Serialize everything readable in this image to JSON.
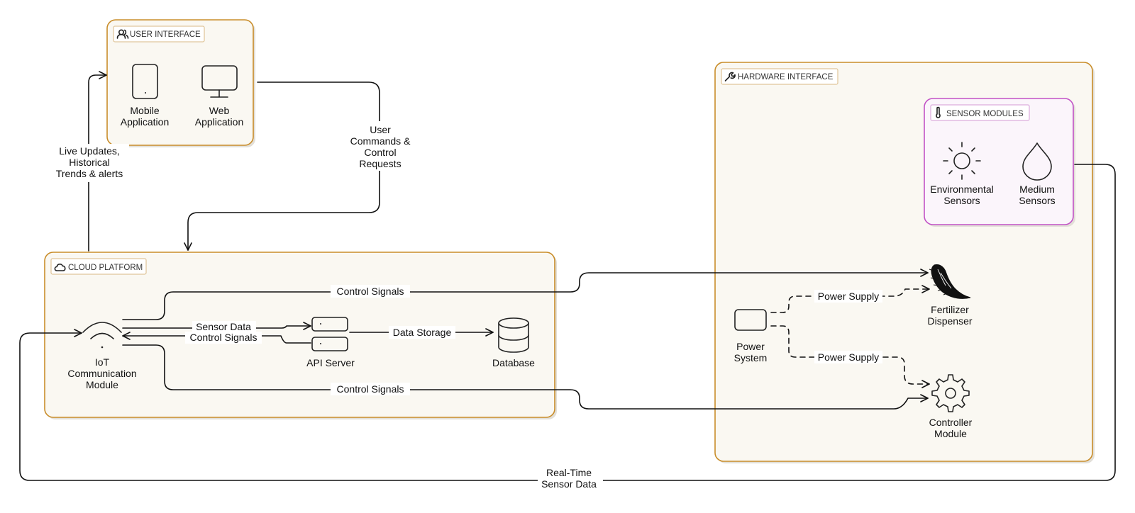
{
  "groups": {
    "user_interface": "USER INTERFACE",
    "cloud_platform": "CLOUD PLATFORM",
    "hardware_interface": "HARDWARE INTERFACE",
    "sensor_modules": "SENSOR MODULES"
  },
  "nodes": {
    "mobile_app": [
      "Mobile",
      "Application"
    ],
    "web_app": [
      "Web",
      "Application"
    ],
    "iot_module": [
      "IoT",
      "Communication",
      "Module"
    ],
    "api_server": [
      "API Server"
    ],
    "database": [
      "Database"
    ],
    "env_sensors": [
      "Environmental",
      "Sensors"
    ],
    "medium_sensors": [
      "Medium",
      "Sensors"
    ],
    "power_system": [
      "Power",
      "System"
    ],
    "fertilizer_dispenser": [
      "Fertilizer",
      "Dispenser"
    ],
    "controller_module": [
      "Controller",
      "Module"
    ]
  },
  "edges": {
    "live_updates": [
      "Live Updates,",
      "Historical",
      "Trends & alerts"
    ],
    "user_commands": [
      "User",
      "Commands &",
      "Control",
      "Requests"
    ],
    "control_signals_top": "Control Signals",
    "sensor_data": "Sensor Data",
    "control_signals_mid": "Control Signals",
    "data_storage": "Data Storage",
    "control_signals_bottom": "Control Signals",
    "power_supply_top": "Power Supply",
    "power_supply_bottom": "Power Supply",
    "realtime_sensor_data": [
      "Real-Time",
      "Sensor Data"
    ]
  },
  "icons": {
    "user_interface": "users-icon",
    "cloud_platform": "cloud-icon",
    "hardware_interface": "wrench-icon",
    "sensor_modules": "thermometer-icon",
    "mobile_app": "smartphone-icon",
    "web_app": "monitor-icon",
    "iot_module": "wifi-icon",
    "api_server": "server-icon",
    "database": "database-icon",
    "env_sensors": "sun-icon",
    "medium_sensors": "droplet-icon",
    "power_system": "battery-icon",
    "fertilizer_dispenser": "flask-logo-icon",
    "controller_module": "gear-icon"
  },
  "colors": {
    "group_border": "#c98d2a",
    "group_fill": "#faf8f2",
    "sensor_group_border": "#c253c6",
    "sensor_group_fill": "#fbf5fb"
  }
}
